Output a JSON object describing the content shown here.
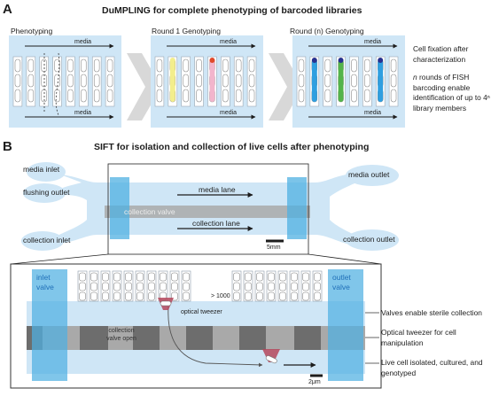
{
  "panel_a": {
    "letter": "A",
    "title": "DuMPLING for complete phenotyping of barcoded libraries",
    "stages": [
      {
        "label": "Phenotyping"
      },
      {
        "label": "Round 1 Genotyping"
      },
      {
        "label": "Round (n) Genotyping"
      }
    ],
    "media_label": "media",
    "notes": [
      "Cell fixation after characterization",
      "rounds of FISH barcoding enable identification of up to 4ⁿ library members"
    ],
    "note_italic_prefix": "n",
    "colors": {
      "channel": "#cfe6f6",
      "cell": "#ffffff",
      "yellow": "#f3ee8c",
      "pink": "#f2b5cc",
      "blue": "#2f9fe0",
      "green": "#54b44a",
      "navy": "#27318f",
      "red": "#e04a2b",
      "chevron": "#d8d8d8"
    }
  },
  "panel_b": {
    "letter": "B",
    "title": "SIFT for  isolation and collection of live cells after phenotyping",
    "labels": {
      "media_inlet": "media inlet",
      "flushing_outlet": "flushing outlet",
      "collection_inlet": "collection inlet",
      "media_outlet": "media outlet",
      "collection_outlet": "collection outlet",
      "collection_valve": "collection valve",
      "media_lane": "media lane",
      "collection_lane": "collection lane",
      "scale_top": "5mm",
      "inlet_valve": "inlet valve",
      "outlet_valve": "outlet valve",
      "count": "> 1000",
      "optical_tweezer": "optical tweezer",
      "collection_valve_open": "collection valve open",
      "scale_bottom": "2μm"
    },
    "notes": [
      "Valves enable sterile collection",
      "Optical tweezer for cell manipulation",
      "Live cell isolated, cultured, and genotyped"
    ],
    "colors": {
      "chip": "#cfe6f6",
      "valve": "#4fb0e2",
      "bar": "#a9a9a9",
      "dark": "#6d6d6d",
      "tweezer": "#b5475c"
    }
  }
}
